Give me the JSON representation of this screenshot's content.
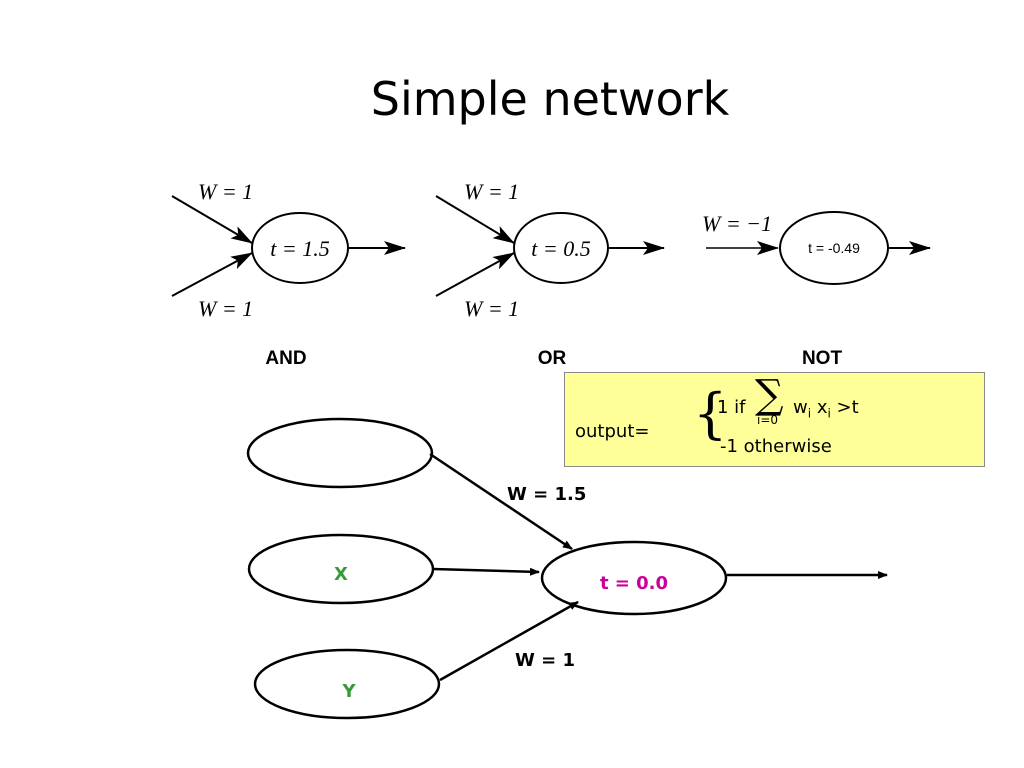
{
  "title": "Simple network",
  "gates": [
    {
      "name": "AND",
      "w_top": "W = 1",
      "w_bottom": "W = 1",
      "threshold": "t = 1.5"
    },
    {
      "name": "OR",
      "w_top": "W = 1",
      "w_bottom": "W = 1",
      "threshold": "t = 0.5"
    },
    {
      "name": "NOT",
      "w_top": "W = −1",
      "threshold": "t = -0.49"
    }
  ],
  "formula": {
    "output_label": "output=",
    "line1_prefix": "1 if",
    "sigma": "∑",
    "sum_index": "i=0",
    "w": "w",
    "w_sub": "i",
    "x": "x",
    "x_sub": "i",
    "suffix": ">t",
    "line2": "-1 otherwise"
  },
  "network": {
    "inputs": [
      {
        "label": ""
      },
      {
        "label": "X"
      },
      {
        "label": "Y"
      }
    ],
    "weight_top": "W = 1.5",
    "weight_bottom": "W = 1",
    "output_threshold": "t = 0.0",
    "colors": {
      "input_label": "#3a9a3a",
      "threshold": "#cc0099"
    }
  }
}
